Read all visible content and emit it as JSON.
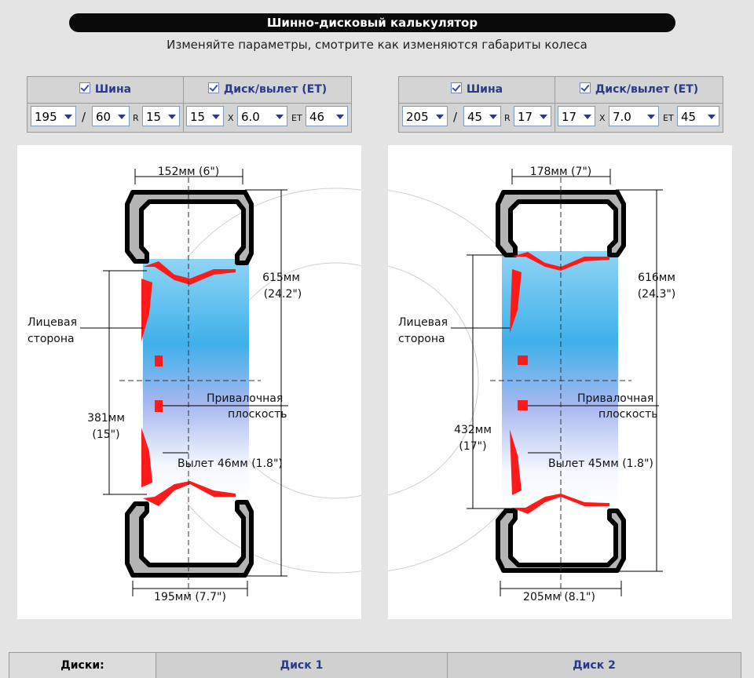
{
  "header": {
    "title": "Шинно-дисковый калькулятор",
    "subtitle": "Изменяйте параметры, смотрите как изменяются габариты колеса"
  },
  "colors": {
    "rim_red": "#ff1a1a",
    "tire_fill": "#b4b4b4",
    "tire_outline": "#000000",
    "accent_blue": "#2a3a8a"
  },
  "wheels": [
    {
      "tire_label": "Шина",
      "rim_label": "Диск/вылет (ET)",
      "tire_checked": true,
      "rim_checked": true,
      "tire_width": "195",
      "slash": "/",
      "tire_profile": "60",
      "r_label": "R",
      "tire_diameter": "15",
      "rim_diameter": "15",
      "x_label": "X",
      "rim_width": "6.0",
      "et_label": "ET",
      "rim_offset": "46",
      "dim_width": "195мм (7.7\")",
      "dim_rim_width": "152мм (6\")",
      "dim_outer_mm": "615мм",
      "dim_outer_in": "(24.2\")",
      "dim_rim_mm": "381мм",
      "dim_rim_in": "(15\")",
      "face_1": "Лицевая",
      "face_2": "сторона",
      "mount_1": "Привалочная",
      "mount_2": "плоскость",
      "offset_text": "Вылет 46мм (1.8\")"
    },
    {
      "tire_label": "Шина",
      "rim_label": "Диск/вылет (ET)",
      "tire_checked": true,
      "rim_checked": true,
      "tire_width": "205",
      "slash": "/",
      "tire_profile": "45",
      "r_label": "R",
      "tire_diameter": "17",
      "rim_diameter": "17",
      "x_label": "X",
      "rim_width": "7.0",
      "et_label": "ET",
      "rim_offset": "45",
      "dim_width": "205мм (8.1\")",
      "dim_rim_width": "178мм (7\")",
      "dim_outer_mm": "616мм",
      "dim_outer_in": "(24.3\")",
      "dim_rim_mm": "432мм",
      "dim_rim_in": "(17\")",
      "face_1": "Лицевая",
      "face_2": "сторона",
      "mount_1": "Привалочная",
      "mount_2": "плоскость",
      "offset_text": "Вылет 45мм (1.8\")"
    }
  ],
  "bottom_table": {
    "col0": "Диски:",
    "col1": "Диск 1",
    "col2": "Диск 2"
  }
}
